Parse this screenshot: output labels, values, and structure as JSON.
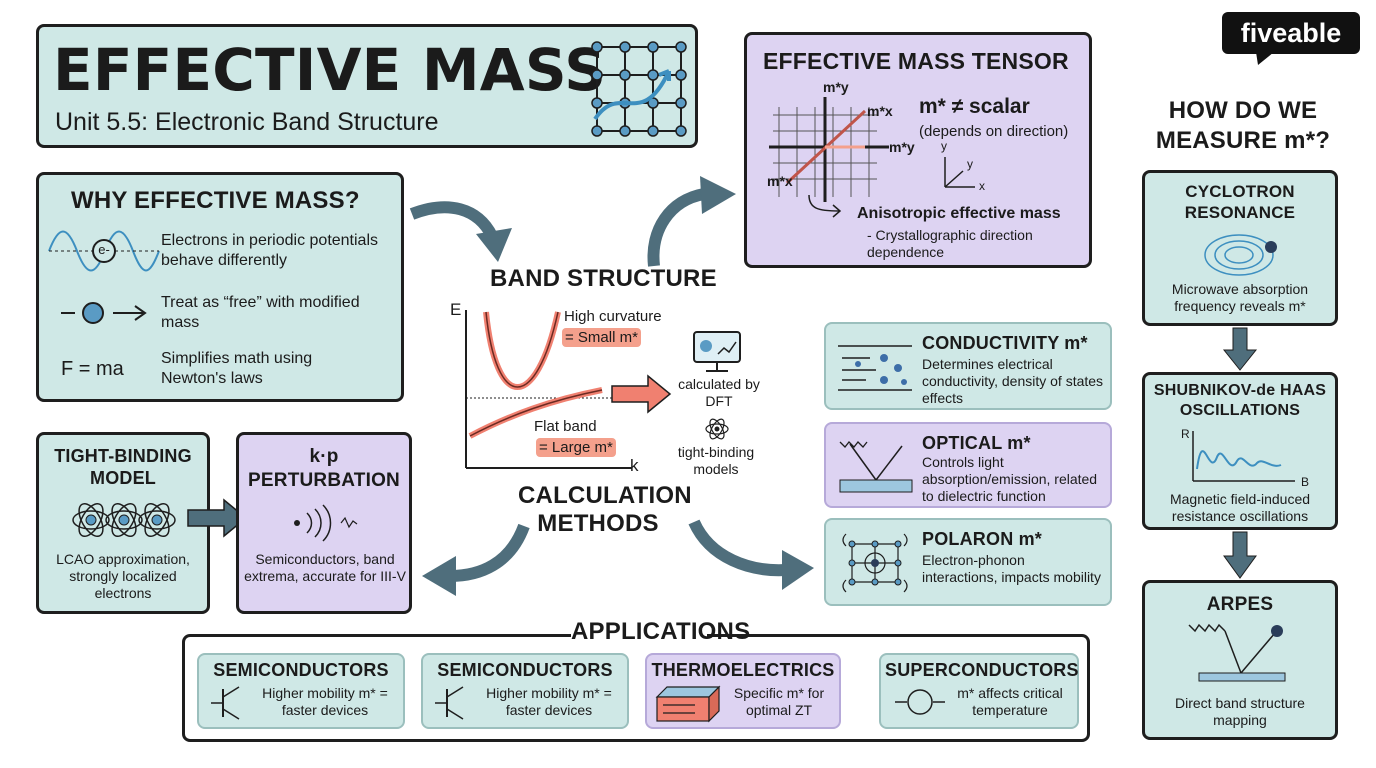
{
  "brand": "fiveable",
  "title": {
    "main": "EFFECTIVE MASS",
    "subtitle": "Unit 5.5: Electronic Band Structure"
  },
  "why": {
    "heading": "WHY EFFECTIVE MASS?",
    "items": [
      {
        "text": "Electrons in periodic potentials behave differently",
        "icon": "wave-electron-icon",
        "label": "e-"
      },
      {
        "text": "Treat as “free” with modified mass",
        "icon": "particle-arrow-icon"
      },
      {
        "text": "Simplifies math using Newton's laws",
        "formula": "F = ma"
      }
    ]
  },
  "tensor": {
    "heading": "EFFECTIVE MASS TENSOR",
    "neq": "m* ≠ scalar",
    "depends": "(depends on direction)",
    "axis_labels": {
      "my_top": "m*y",
      "mx_right": "m*x",
      "my_right": "m*y",
      "mx_left": "m*x",
      "y": "y",
      "y2": "y",
      "x": "x"
    },
    "anisotropic": "Anisotropic effective mass",
    "crystal": "- Crystallographic direction dependence"
  },
  "measure": {
    "heading": "HOW DO WE MEASURE m*?",
    "cyclotron": {
      "title": "CYCLOTRON RESONANCE",
      "desc": "Microwave absorption frequency reveals m*"
    },
    "sdh": {
      "title": "SHUBNIKOV-de HAAS OSCILLATIONS",
      "desc": "Magnetic field-induced resistance oscillations",
      "axis_y": "R",
      "axis_x": "B"
    },
    "arpes": {
      "title": "ARPES",
      "desc": "Direct band structure mapping"
    }
  },
  "band": {
    "heading": "BAND STRUCTURE",
    "axis_e": "E",
    "axis_k": "k",
    "high_curv": "High curvature",
    "small_m": "= Small m*",
    "flat": "Flat band",
    "large_m": "= Large m*",
    "dft": "calculated by DFT",
    "tb_models": "tight-binding models"
  },
  "calc": {
    "heading": "CALCULATION METHODS"
  },
  "tight_binding": {
    "title": "TIGHT-BINDING MODEL",
    "desc": "LCAO approximation, strongly localized electrons"
  },
  "kp": {
    "title": "k·p PERTURBATION",
    "desc": "Semiconductors, band extrema, accurate for III-V"
  },
  "types": [
    {
      "title": "CONDUCTIVITY m*",
      "desc": "Determines electrical conductivity, density of states effects"
    },
    {
      "title": "OPTICAL m*",
      "desc": "Controls light absorption/emission, related to dielectric function"
    },
    {
      "title": "POLARON m*",
      "desc": "Electron-phonon interactions, impacts mobility"
    }
  ],
  "applications": {
    "heading": "APPLICATIONS",
    "items": [
      {
        "title": "SEMICONDUCTORS",
        "desc": "Higher mobility m* = faster devices"
      },
      {
        "title": "SEMICONDUCTORS",
        "desc": "Higher mobility m* = faster devices"
      },
      {
        "title": "THERMOELECTRICS",
        "desc": "Specific m* for optimal ZT"
      },
      {
        "title": "SUPERCONDUCTORS",
        "desc": "m* affects critical temperature"
      }
    ]
  },
  "colors": {
    "teal": "#cfe8e6",
    "lavender": "#ddd3f2",
    "accent": "#f4a08c",
    "arrow": "#4f6e7c",
    "dark": "#1e1e1e"
  }
}
